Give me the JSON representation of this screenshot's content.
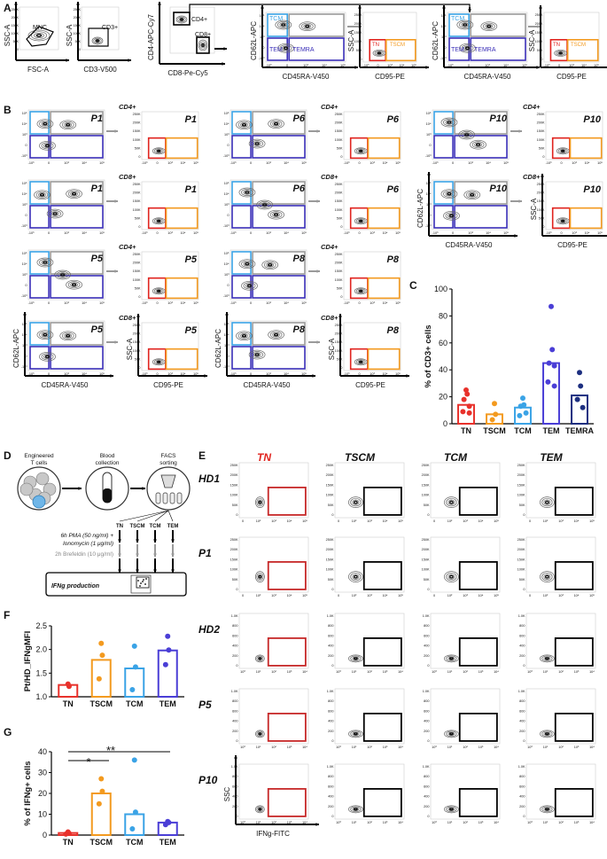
{
  "panels": {
    "A": {
      "label": "A",
      "gates": [
        "MNC",
        "CD3+",
        "CD4+",
        "CD8+",
        "TCM",
        "TEM",
        "TEMRA",
        "TN",
        "TSCM"
      ],
      "axes": {
        "fsc": "FSC-A",
        "ssc": "SSC-A",
        "cd3": "CD3-V500",
        "cd4": "CD4-APC-Cy7",
        "cd8": "CD8-Pe-Cy5",
        "cd62l": "CD62L-APC",
        "cd45ra": "CD45RA-V450",
        "cd95": "CD95-PE"
      },
      "ticks": {
        "y_linear": [
          "250K",
          "200K",
          "150K",
          "100K",
          "50K",
          "0"
        ],
        "x_linear": [
          "0",
          "50K",
          "100K",
          "150K",
          "200K",
          "250K"
        ],
        "x_log": [
          "-10³",
          "0",
          "10³",
          "10⁴",
          "10⁵"
        ],
        "y_log": [
          "10⁵",
          "10⁴",
          "10³",
          "0",
          "-10³"
        ]
      }
    },
    "B": {
      "label": "B",
      "cd4_label": "CD4+",
      "cd8_label": "CD8+",
      "patients": [
        "P1",
        "P6",
        "P10",
        "P5",
        "P8"
      ],
      "rows": [
        {
          "subset": "CD4+",
          "patients": [
            "P1",
            "P6",
            "P10"
          ]
        },
        {
          "subset": "CD8+",
          "patients": [
            "P1",
            "P6",
            "P10"
          ]
        },
        {
          "subset": "CD4+",
          "patients": [
            "P5",
            "P8"
          ]
        },
        {
          "subset": "CD8+",
          "patients": [
            "P5",
            "P8"
          ]
        }
      ]
    },
    "C": {
      "label": "C",
      "ylabel": "% of CD3+ cells",
      "chart_data": {
        "type": "bar",
        "categories": [
          "TN",
          "TSCM",
          "TCM",
          "TEM",
          "TEMRA"
        ],
        "values": [
          14,
          7,
          12,
          45,
          21
        ],
        "points": [
          [
            25,
            22,
            18,
            13,
            9,
            8
          ],
          [
            15,
            7,
            3
          ],
          [
            19,
            14,
            13,
            8,
            6
          ],
          [
            87,
            55,
            45,
            43,
            31,
            28
          ],
          [
            38,
            28,
            18,
            12
          ]
        ],
        "colors": [
          "#e8312b",
          "#f39a1f",
          "#3aa3e6",
          "#4a3ed6",
          "#1d2f80"
        ],
        "ylim": [
          0,
          100
        ],
        "yticks": [
          "0",
          "20",
          "40",
          "60",
          "80",
          "100"
        ]
      }
    },
    "D": {
      "label": "D",
      "steps": [
        "Engineered",
        "T cells",
        "Blood",
        "collection",
        "FACS",
        "sorting"
      ],
      "sort_labels": [
        "TN",
        "TSCM",
        "TCM",
        "TEM"
      ],
      "stim1": "6h PMA (50 ng/ml) +",
      "stim2": "Ionomycin (1 μg/ml)",
      "stim3": "2h Brefeldin (10 μg/ml)",
      "readout": "IFNg production"
    },
    "E": {
      "label": "E",
      "columns": [
        "TN",
        "TSCM",
        "TCM",
        "TEM"
      ],
      "rows": [
        "HD1",
        "P1",
        "HD2",
        "P5",
        "P10"
      ],
      "xlabel": "IFNg-FITC",
      "ylabel": "SSC",
      "yticks_a": [
        "250K",
        "200K",
        "150K",
        "100K",
        "50K",
        "0"
      ],
      "yticks_b": [
        "1.0K",
        "800",
        "600",
        "400",
        "200",
        "0"
      ],
      "xticks_a": [
        "0",
        "10²",
        "10³",
        "10⁴",
        "10⁵"
      ],
      "xticks_b": [
        "10⁰",
        "10¹",
        "10²",
        "10³",
        "10⁴"
      ]
    },
    "F": {
      "label": "F",
      "ylabel": "Pt/HD_IFNgMFI",
      "chart_data": {
        "type": "bar",
        "categories": [
          "TN",
          "TSCM",
          "TCM",
          "TEM"
        ],
        "values": [
          1.25,
          1.78,
          1.6,
          1.98
        ],
        "points": [
          [
            1.27,
            1.22
          ],
          [
            2.13,
            1.88,
            1.38
          ],
          [
            2.07,
            1.63,
            1.15
          ],
          [
            2.28,
            1.99,
            1.68
          ]
        ],
        "colors": [
          "#e8312b",
          "#f39a1f",
          "#3aa3e6",
          "#4a3ed6"
        ],
        "ylim": [
          1.0,
          2.5
        ],
        "yticks": [
          "1.0",
          "1.5",
          "2.0",
          "2.5"
        ]
      }
    },
    "G": {
      "label": "G",
      "ylabel": "% of IFNg+ cells",
      "chart_data": {
        "type": "bar",
        "categories": [
          "TN",
          "TSCM",
          "TCM",
          "TEM"
        ],
        "values": [
          1,
          20,
          10,
          6
        ],
        "points": [
          [
            1.5,
            0.8,
            0.5
          ],
          [
            27,
            21,
            15
          ],
          [
            36,
            11,
            3
          ],
          [
            6.5,
            6,
            5
          ]
        ],
        "colors": [
          "#e8312b",
          "#f39a1f",
          "#3aa3e6",
          "#4a3ed6"
        ],
        "ylim": [
          0,
          40
        ],
        "yticks": [
          "0",
          "10",
          "20",
          "30",
          "40"
        ],
        "annotations": [
          "*",
          "**"
        ]
      }
    }
  }
}
